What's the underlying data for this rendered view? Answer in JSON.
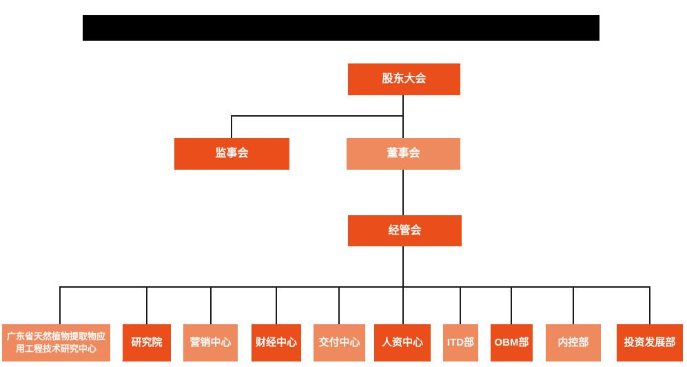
{
  "colors": {
    "background": "#FFFFFF",
    "primary": "#E94E1B",
    "secondary": "#EF8A5F",
    "connector": "#1A1A1A",
    "title_bar": "#000000"
  },
  "org_chart": {
    "root": {
      "label": "股东大会",
      "variant": "primary"
    },
    "level2": [
      {
        "label": "监事会",
        "variant": "primary"
      },
      {
        "label": "董事会",
        "variant": "secondary"
      }
    ],
    "level3": {
      "label": "经管会",
      "variant": "primary"
    },
    "departments": [
      {
        "label": "广东省天然植物提取物应用工程技术研究中心",
        "variant": "secondary"
      },
      {
        "label": "研究院",
        "variant": "primary"
      },
      {
        "label": "营销中心",
        "variant": "secondary"
      },
      {
        "label": "财经中心",
        "variant": "primary"
      },
      {
        "label": "交付中心",
        "variant": "secondary"
      },
      {
        "label": "人资中心",
        "variant": "primary"
      },
      {
        "label": "ITD部",
        "variant": "secondary"
      },
      {
        "label": "OBM部",
        "variant": "primary"
      },
      {
        "label": "内控部",
        "variant": "secondary"
      },
      {
        "label": "投资发展部",
        "variant": "primary"
      }
    ]
  }
}
